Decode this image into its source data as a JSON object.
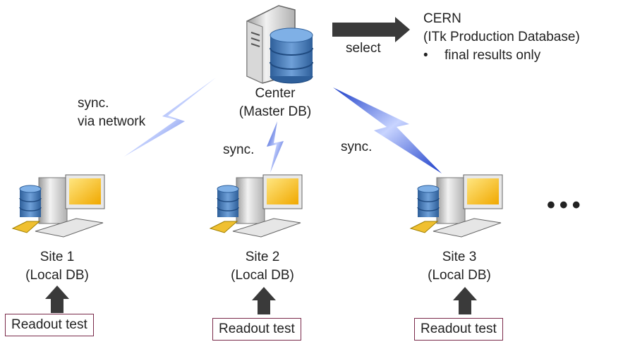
{
  "center": {
    "label": "Center",
    "sublabel": "(Master DB)"
  },
  "select_label": "select",
  "cern": {
    "title": "CERN",
    "subtitle": "(ITk Production Database)",
    "bullet": "final results only"
  },
  "sync_labels": {
    "left_line1": "sync.",
    "left_line2": "via network",
    "middle": "sync.",
    "right": "sync."
  },
  "sites": [
    {
      "name": "Site 1",
      "db": "(Local DB)",
      "readout": "Readout test"
    },
    {
      "name": "Site 2",
      "db": "(Local DB)",
      "readout": "Readout test"
    },
    {
      "name": "Site 3",
      "db": "(Local DB)",
      "readout": "Readout test"
    }
  ],
  "ellipsis": "•••"
}
